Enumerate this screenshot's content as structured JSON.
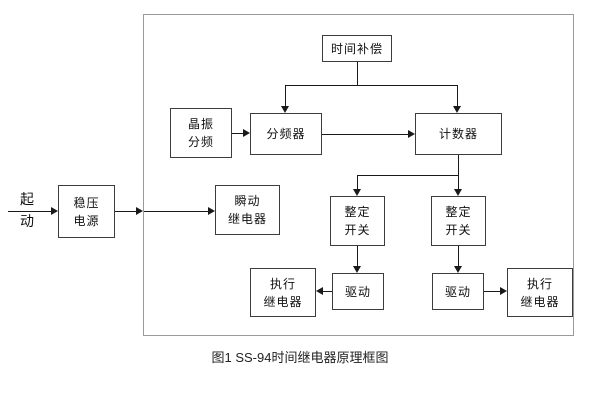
{
  "blocks": {
    "time_compensation": "时间补偿",
    "crystal_divider": "晶振\n分频",
    "frequency_divider": "分频器",
    "counter": "计数器",
    "stabilized_power": "稳压\n电源",
    "instant_relay": "瞬动\n继电器",
    "setting_switch": "整定\n开关",
    "drive": "驱动",
    "exec_relay": "执行\n继电器",
    "start": "起\n动"
  },
  "caption": "图1  SS-94时间继电器原理框图"
}
